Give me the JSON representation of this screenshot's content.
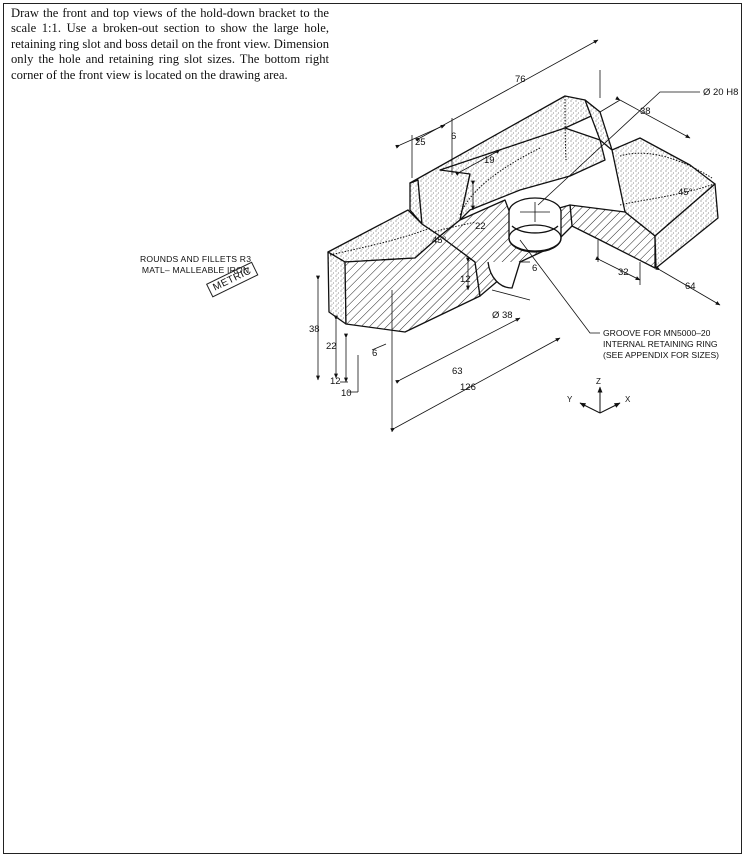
{
  "instructions": "Draw the front and top views of the hold-down bracket to the scale 1:1. Use a broken-out section to show the large hole, retaining ring slot and boss detail on the front view. Dimension only the hole and retaining ring slot sizes. The bottom right corner of the front view is located on the drawing area.",
  "notes": {
    "rounds": "ROUNDS AND FILLETS R3",
    "material": "MATL– MALLEABLE IRON",
    "units_stamp": "METRIC"
  },
  "dimensions": {
    "d76": "76",
    "hole": "Ø 20 H8",
    "d38_top": "38",
    "d25": "25",
    "d6_top": "6",
    "d19": "19",
    "d22_mid": "22",
    "angle_left": "45°",
    "angle_right": "45°",
    "d12_mid": "12",
    "d6_mid": "6",
    "d32": "32",
    "d64": "64",
    "boss": "Ø 38",
    "d38_left": "38",
    "d22_left": "22",
    "d12_left": "12",
    "d10": "10",
    "d6_bottom": "6",
    "d63": "63",
    "d126": "126"
  },
  "callout": {
    "line1": "GROOVE FOR MN5000–20",
    "line2": "INTERNAL RETAINING RING",
    "line3": "(SEE APPENDIX FOR SIZES)"
  },
  "axes": {
    "z": "Z",
    "y": "Y",
    "x": "X"
  }
}
